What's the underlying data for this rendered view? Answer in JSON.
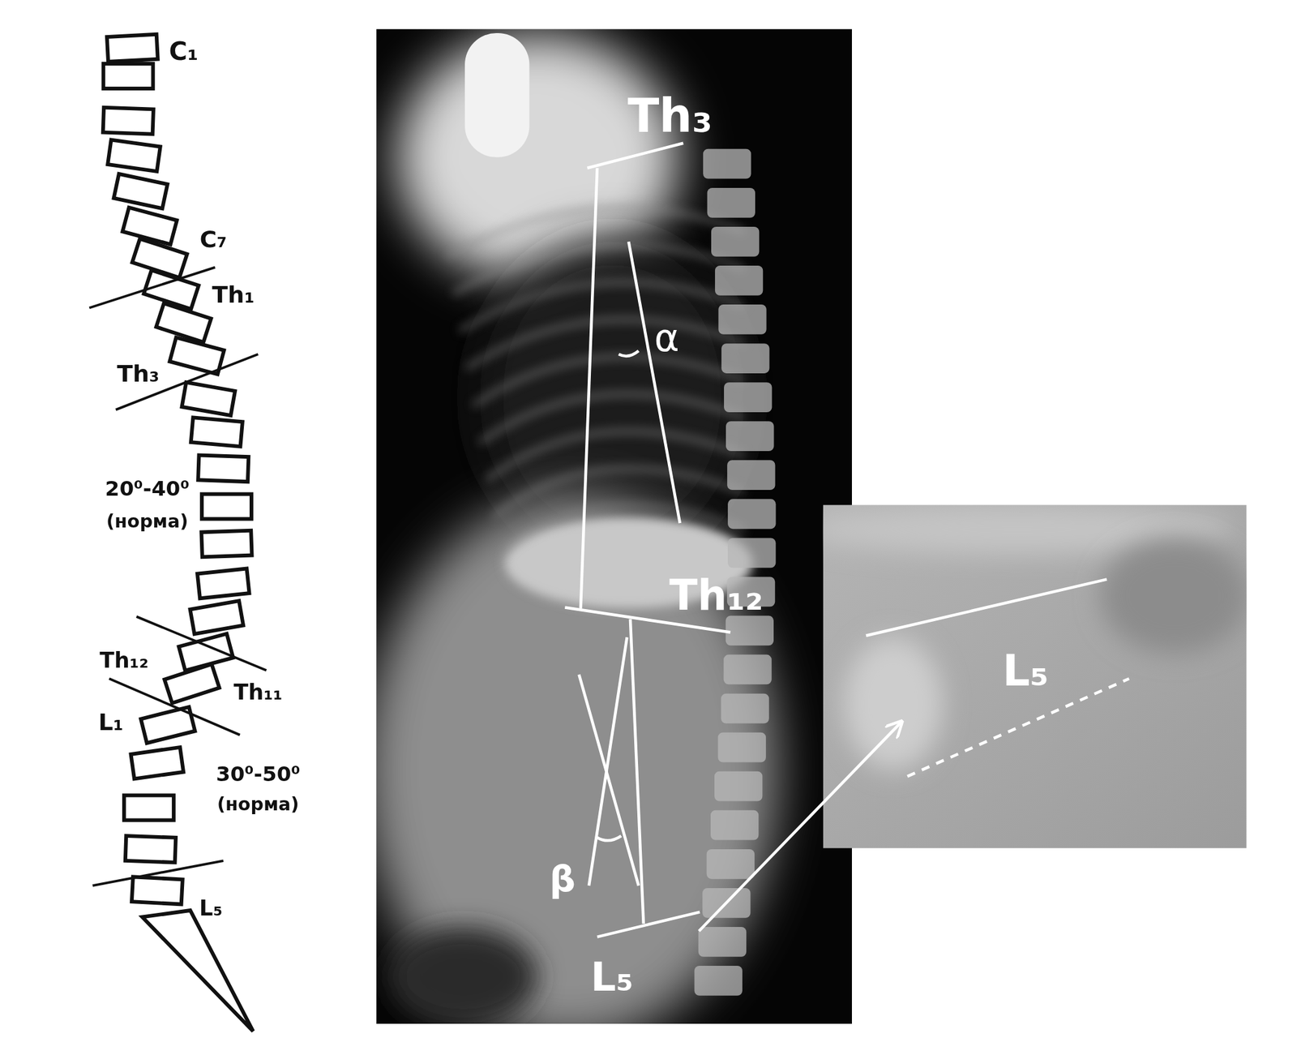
{
  "diagram": {
    "labels": [
      "C₁",
      "C₇",
      "Th₁",
      "Th₃",
      "20⁰-40⁰",
      "(норма)",
      "Th₁₂",
      "Th₁₁",
      "L₁",
      "30⁰-50⁰",
      "(норма)",
      "L₅",
      "Th₃",
      "α",
      "Th₁₂",
      "β",
      "L₅",
      "L₅"
    ]
  }
}
